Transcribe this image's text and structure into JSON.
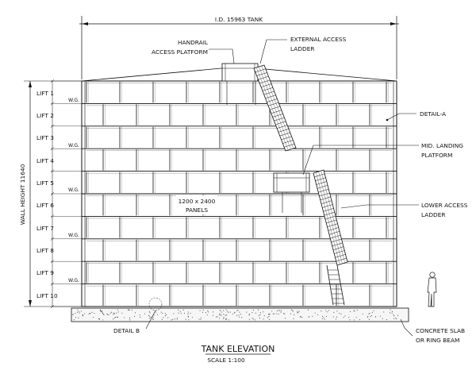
{
  "diagram": {
    "dimension_top": "I.D. 15963 TANK",
    "wall_height": "WALL HEIGHT 11640",
    "lifts": [
      "LIFT 1",
      "LIFT 2",
      "LIFT 3",
      "LIFT 4",
      "LIFT 5",
      "LIFT 6",
      "LIFT 7",
      "LIFT 8",
      "LIFT 9",
      "LIFT 10"
    ],
    "wg_label": "W.G.",
    "panels_label": [
      "1200 x 2400",
      "PANELS"
    ],
    "callouts": {
      "handrail": [
        "HANDRAIL",
        "ACCESS PLATFORM"
      ],
      "external_ladder": [
        "EXTERNAL ACCESS",
        "LADDER"
      ],
      "detail_a": "DETAIL-A",
      "mid_landing": [
        "MID. LANDING",
        "PLATFORM"
      ],
      "lower_ladder": [
        "LOWER ACCESS",
        "LADDER"
      ],
      "detail_b": "DETAIL B",
      "concrete": [
        "CONCRETE SLAB",
        "OR RING BEAM"
      ]
    },
    "title": "TANK ELEVATION",
    "scale": "SCALE 1:100"
  }
}
